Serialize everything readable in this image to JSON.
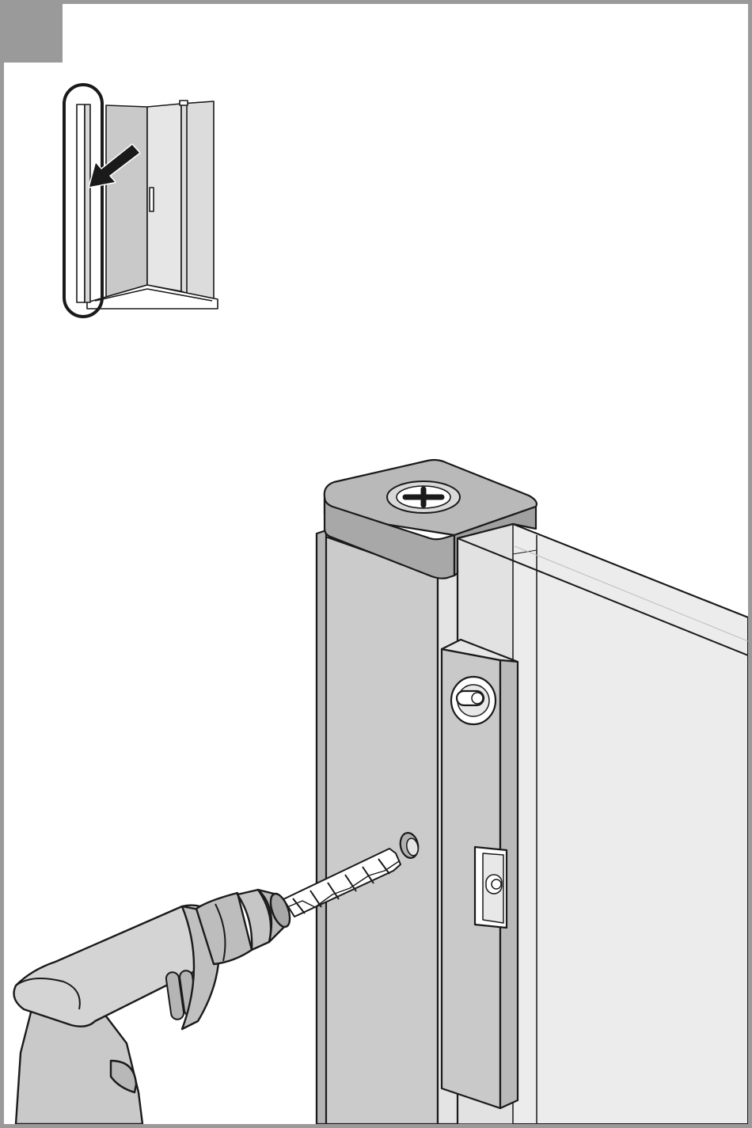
{
  "page": {
    "step_number": "",
    "accent_color": "#9a9a9a",
    "fill_light": "#e8e8e8",
    "fill_mid": "#c8c8c8",
    "line_color": "#1a1a1a"
  },
  "overview": {
    "icon": "shower-enclosure-overview",
    "highlight": "left-wall-profile",
    "arrow": "arrow-down-left-icon"
  },
  "detail": {
    "icons": [
      "wall-profile",
      "end-cap-screw",
      "spirit-level",
      "drill",
      "drill-bit",
      "drill-hole",
      "glass-panel"
    ]
  }
}
